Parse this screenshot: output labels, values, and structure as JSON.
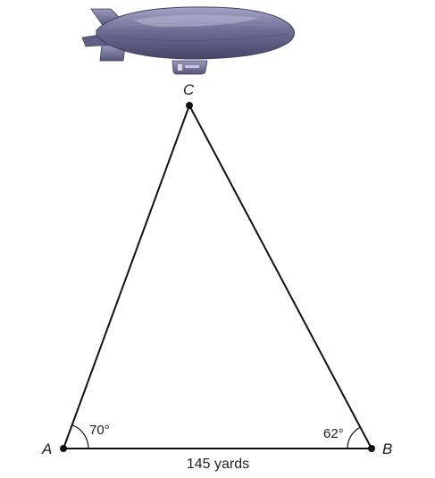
{
  "diagram": {
    "vertices": {
      "A": {
        "label": "A"
      },
      "B": {
        "label": "B"
      },
      "C": {
        "label": "C"
      }
    },
    "angles": {
      "A": "70°",
      "B": "62°"
    },
    "side_AB": "145 yards",
    "colors": {
      "line": "#111111",
      "blimp_body": "#6d6e93",
      "blimp_highlight": "#9c9dc0",
      "blimp_shadow": "#4b4c70"
    },
    "icons": [
      "blimp-icon"
    ]
  }
}
